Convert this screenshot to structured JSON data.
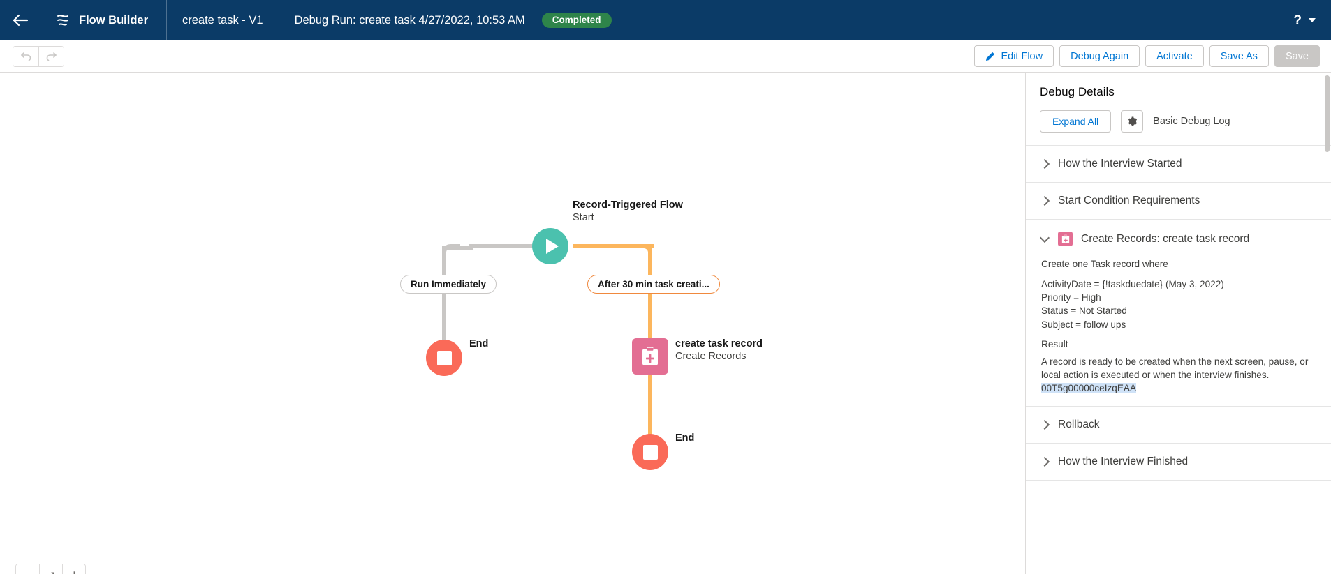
{
  "header": {
    "back_icon": "arrow-left-icon",
    "brand_icon": "flow-builder-icon",
    "brand": "Flow Builder",
    "flow_name": "create task - V1",
    "debug_run": "Debug Run: create task 4/27/2022, 10:53 AM",
    "status_badge": "Completed",
    "help_icon": "question-mark-icon",
    "caret_icon": "chevron-down-icon",
    "bg_color": "#0b3b67",
    "badge_color": "#2e844a"
  },
  "toolbar": {
    "undo_icon": "undo-icon",
    "redo_icon": "redo-icon",
    "edit_flow": "Edit Flow",
    "edit_flow_icon": "pencil-icon",
    "debug_again": "Debug Again",
    "activate": "Activate",
    "save_as": "Save As",
    "save": "Save",
    "link_color": "#0176d3"
  },
  "canvas": {
    "start_node": {
      "title": "Record-Triggered Flow",
      "subtitle": "Start",
      "icon": "play-icon",
      "color": "#4bc1ae"
    },
    "branches": [
      {
        "label": "Run Immediately",
        "color": "#c9c7c5"
      },
      {
        "label": "After 30 min task creati...",
        "color": "#f0893e"
      }
    ],
    "create_node": {
      "title": "create task record",
      "subtitle": "Create Records",
      "icon": "create-records-icon",
      "color": "#e36e93"
    },
    "end_nodes": [
      {
        "label": "End",
        "icon": "stop-icon",
        "color": "#fa6a58"
      },
      {
        "label": "End",
        "icon": "stop-icon",
        "color": "#fa6a58"
      }
    ],
    "zoom_controls": [
      {
        "icon": "zoom-out-icon",
        "name": "zoom-out"
      },
      {
        "icon": "fit-to-view-icon",
        "name": "fit-to-view"
      },
      {
        "icon": "zoom-in-icon",
        "name": "zoom-in"
      }
    ]
  },
  "debug_panel": {
    "title": "Debug Details",
    "expand_all": "Expand All",
    "gear_icon": "gear-icon",
    "log_type": "Basic Debug Log",
    "sections": [
      {
        "label": "How the Interview Started",
        "expanded": false
      },
      {
        "label": "Start Condition Requirements",
        "expanded": false
      },
      {
        "label": "Create Records: create task record",
        "expanded": true,
        "icon": "create-records-icon",
        "intro": "Create one Task record where",
        "fields": [
          "ActivityDate = {!taskduedate} (May 3, 2022)",
          "Priority = High",
          "Status = Not Started",
          "Subject = follow ups"
        ],
        "result_label": "Result",
        "result_text": "A record is ready to be created when the next screen, pause, or local action is executed or when the interview finishes.",
        "record_id": "00T5g00000ceIzqEAA"
      },
      {
        "label": "Rollback",
        "expanded": false
      },
      {
        "label": "How the Interview Finished",
        "expanded": false
      }
    ]
  }
}
